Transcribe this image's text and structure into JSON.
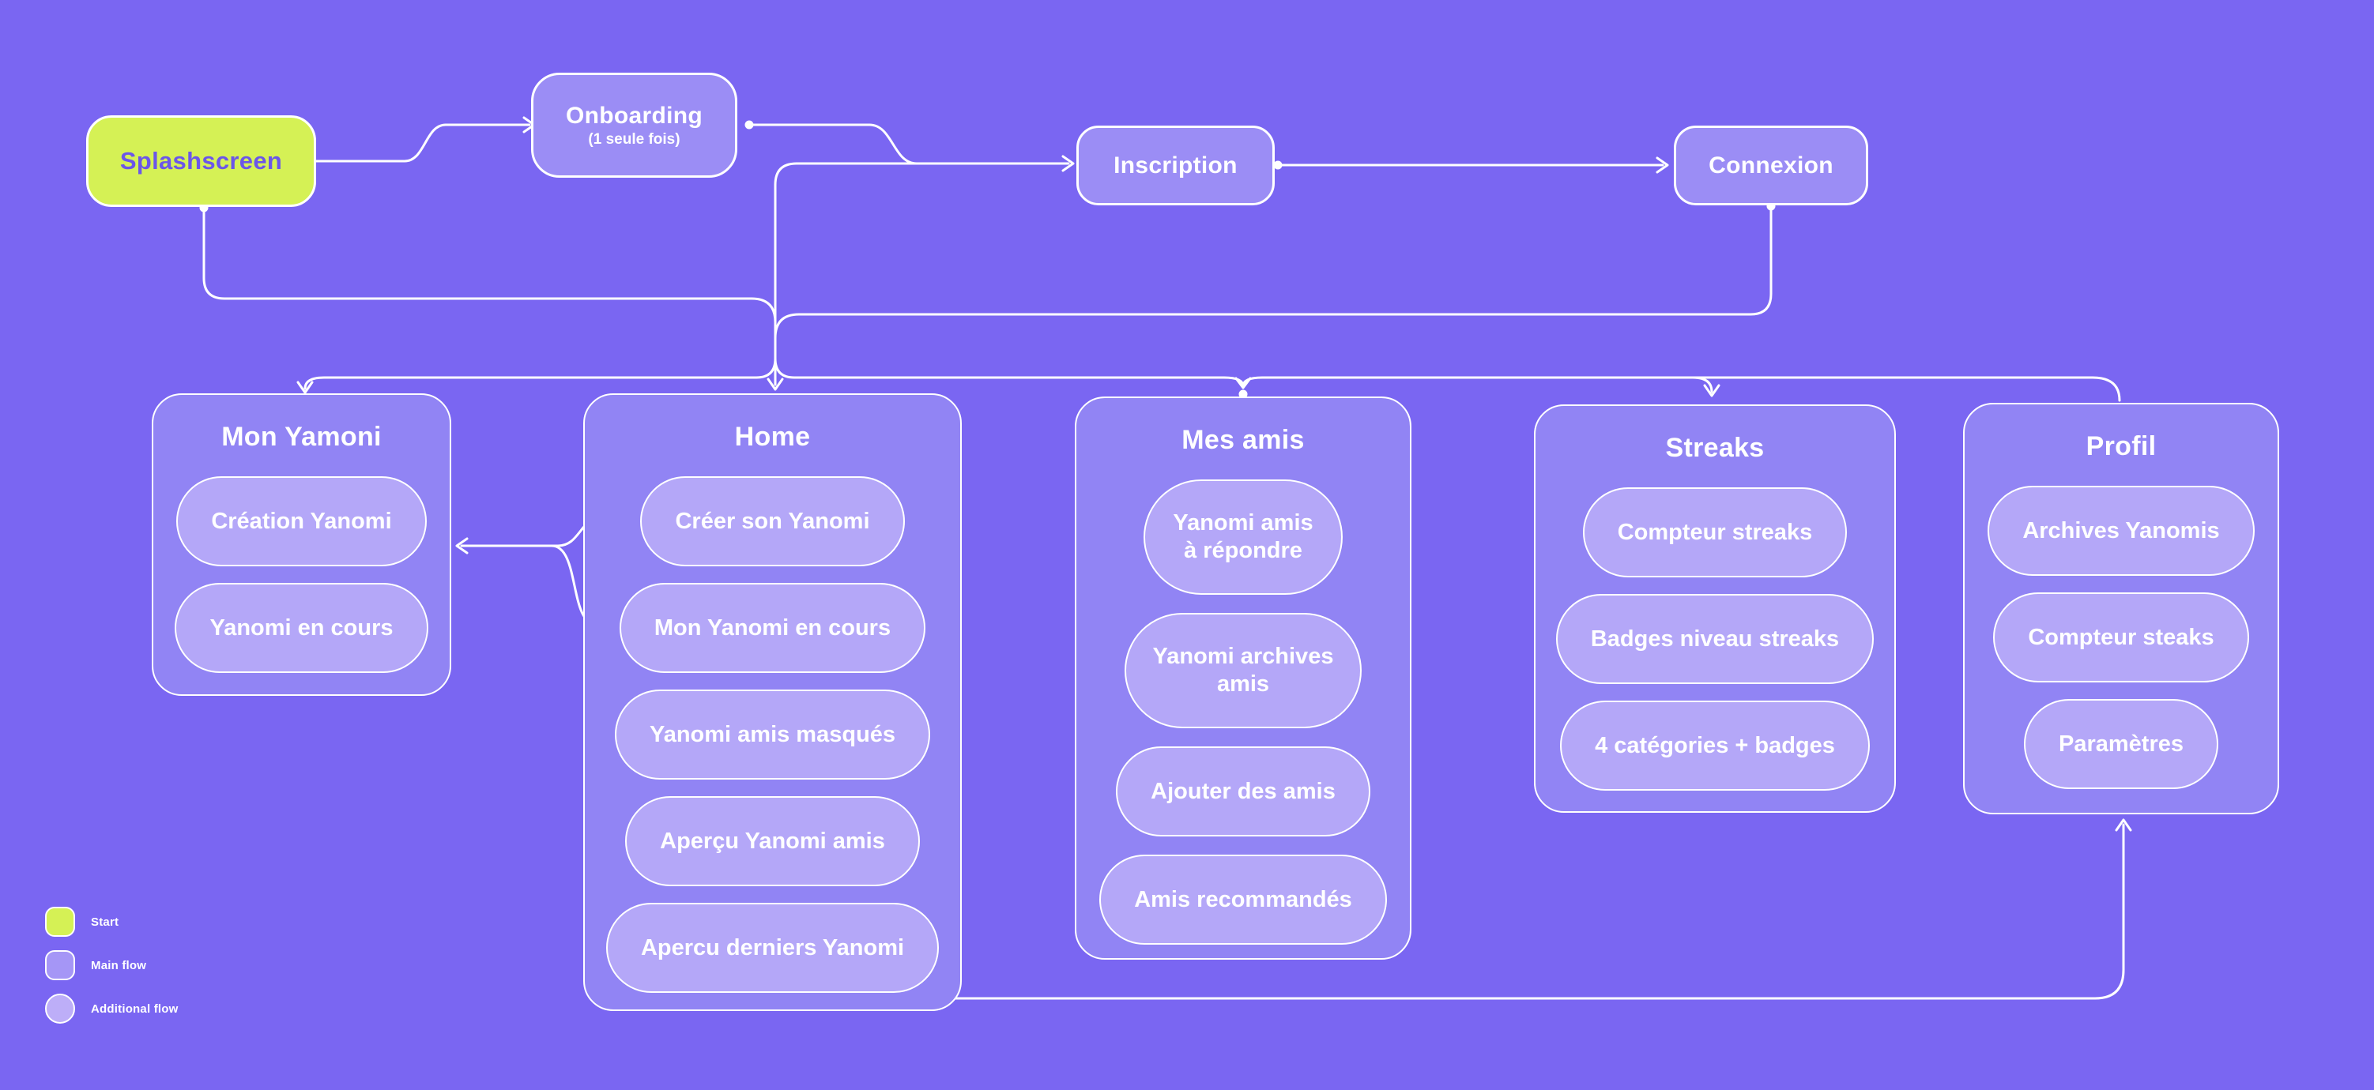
{
  "flow": {
    "splashscreen": {
      "label": "Splashscreen"
    },
    "onboarding": {
      "label": "Onboarding",
      "sublabel": "(1 seule fois)"
    },
    "inscription": {
      "label": "Inscription"
    },
    "connexion": {
      "label": "Connexion"
    }
  },
  "sections": [
    {
      "title": "Mon Yamoni",
      "items": [
        "Création Yanomi",
        "Yanomi en cours"
      ]
    },
    {
      "title": "Home",
      "items": [
        "Créer son Yanomi",
        "Mon Yanomi en cours",
        "Yanomi amis masqués",
        "Aperçu Yanomi amis",
        "Apercu derniers Yanomi"
      ]
    },
    {
      "title": "Mes amis",
      "items": [
        "Yanomi amis à répondre",
        "Yanomi archives amis",
        "Ajouter des amis",
        "Amis recommandés"
      ]
    },
    {
      "title": "Streaks",
      "items": [
        "Compteur streaks",
        "Badges niveau streaks",
        "4 catégories + badges"
      ]
    },
    {
      "title": "Profil",
      "items": [
        "Archives Yanomis",
        "Compteur steaks",
        "Paramètres"
      ]
    }
  ],
  "legend": {
    "items": [
      {
        "label": "Start",
        "color": "#d5f155"
      },
      {
        "label": "Main flow",
        "color": "#a596f6"
      },
      {
        "label": "Additional flow",
        "color": "#bdaef8"
      }
    ]
  },
  "colors": {
    "background": "#7a66f2",
    "section_fill": "#9184f4",
    "pill_fill": "#b4a7f8",
    "node_fill": "#9b8df5",
    "start_fill": "#d5f155",
    "start_text": "#6b56e9",
    "connector": "#ffffff"
  }
}
